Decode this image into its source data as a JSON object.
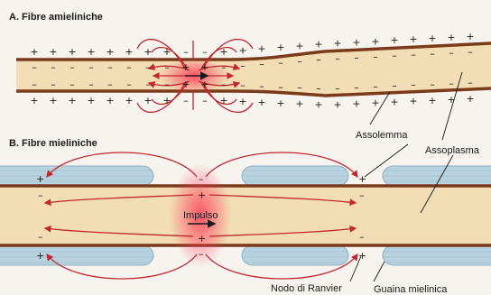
{
  "sections": {
    "a_title": "A. Fibre amieliniche",
    "b_title": "B. Fibre mieliniche"
  },
  "labels": {
    "assolemma": "Assolemma",
    "assoplasma": "Assoplasma",
    "impulso": "Impulso",
    "nodo": "Nodo di Ranvier",
    "guaina": "Guaina mielinica"
  },
  "charges": {
    "plus": "+",
    "minus": "–"
  },
  "colors": {
    "membrane": "#7a3a1c",
    "axoplasm": "#f2ddb4",
    "myelin": "#b9d2df",
    "arrow": "#c1272d",
    "depolarization": "#ff4d6d"
  }
}
